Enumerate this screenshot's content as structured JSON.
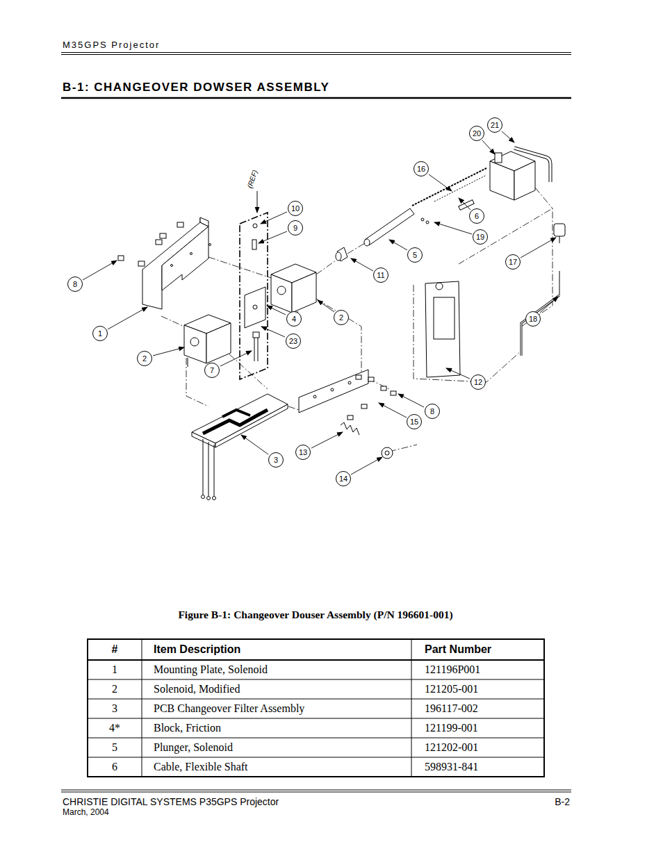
{
  "diagram": {
    "title": "B-1: CHANGEOVER DOWSER ASSEMBLY",
    "caption": "Figure B-1: Changeover Douser Assembly (P/N 196601-001)",
    "nodes": [
      {
        "text": [
          "21"
        ]
      },
      {
        "text": [
          "20"
        ]
      },
      {
        "text": [
          "16"
        ]
      },
      {
        "text": [
          "10"
        ]
      },
      {
        "text": [
          "6"
        ]
      },
      {
        "text": [
          "9"
        ]
      },
      {
        "text": [
          "19"
        ]
      },
      {
        "text": [
          "5"
        ]
      },
      {
        "text": [
          "17"
        ]
      },
      {
        "text": [
          "11"
        ]
      },
      {
        "text": [
          "8"
        ]
      },
      {
        "text": [
          "2"
        ]
      },
      {
        "text": [
          "4"
        ]
      },
      {
        "text": [
          "1"
        ]
      },
      {
        "text": [
          "18"
        ]
      },
      {
        "text": [
          "23"
        ]
      },
      {
        "text": [
          "2"
        ]
      },
      {
        "text": [
          "7"
        ]
      },
      {
        "text": [
          "12"
        ]
      },
      {
        "text": [
          "8"
        ]
      },
      {
        "text": [
          "15"
        ]
      },
      {
        "text": [
          "13"
        ]
      },
      {
        "text": [
          "3"
        ]
      },
      {
        "text": [
          "14"
        ]
      }
    ],
    "labels": [
      "M35GPS Projector",
      "(REF)",
      "#",
      "Item Description",
      "Part Number",
      "1",
      "Mounting Plate, Solenoid",
      "121196P001",
      "2",
      "Solenoid, Modified",
      "121205-001",
      "3",
      "PCB Changeover Filter Assembly",
      "196117-002",
      "4*",
      "Block, Friction",
      "121199-001",
      "5",
      "Plunger, Solenoid",
      "121202-001",
      "6",
      "Cable, Flexible Shaft",
      "598931-841",
      "CHRISTIE DIGITAL SYSTEMS P35GPS Projector",
      "March, 2004",
      "B-2"
    ]
  }
}
